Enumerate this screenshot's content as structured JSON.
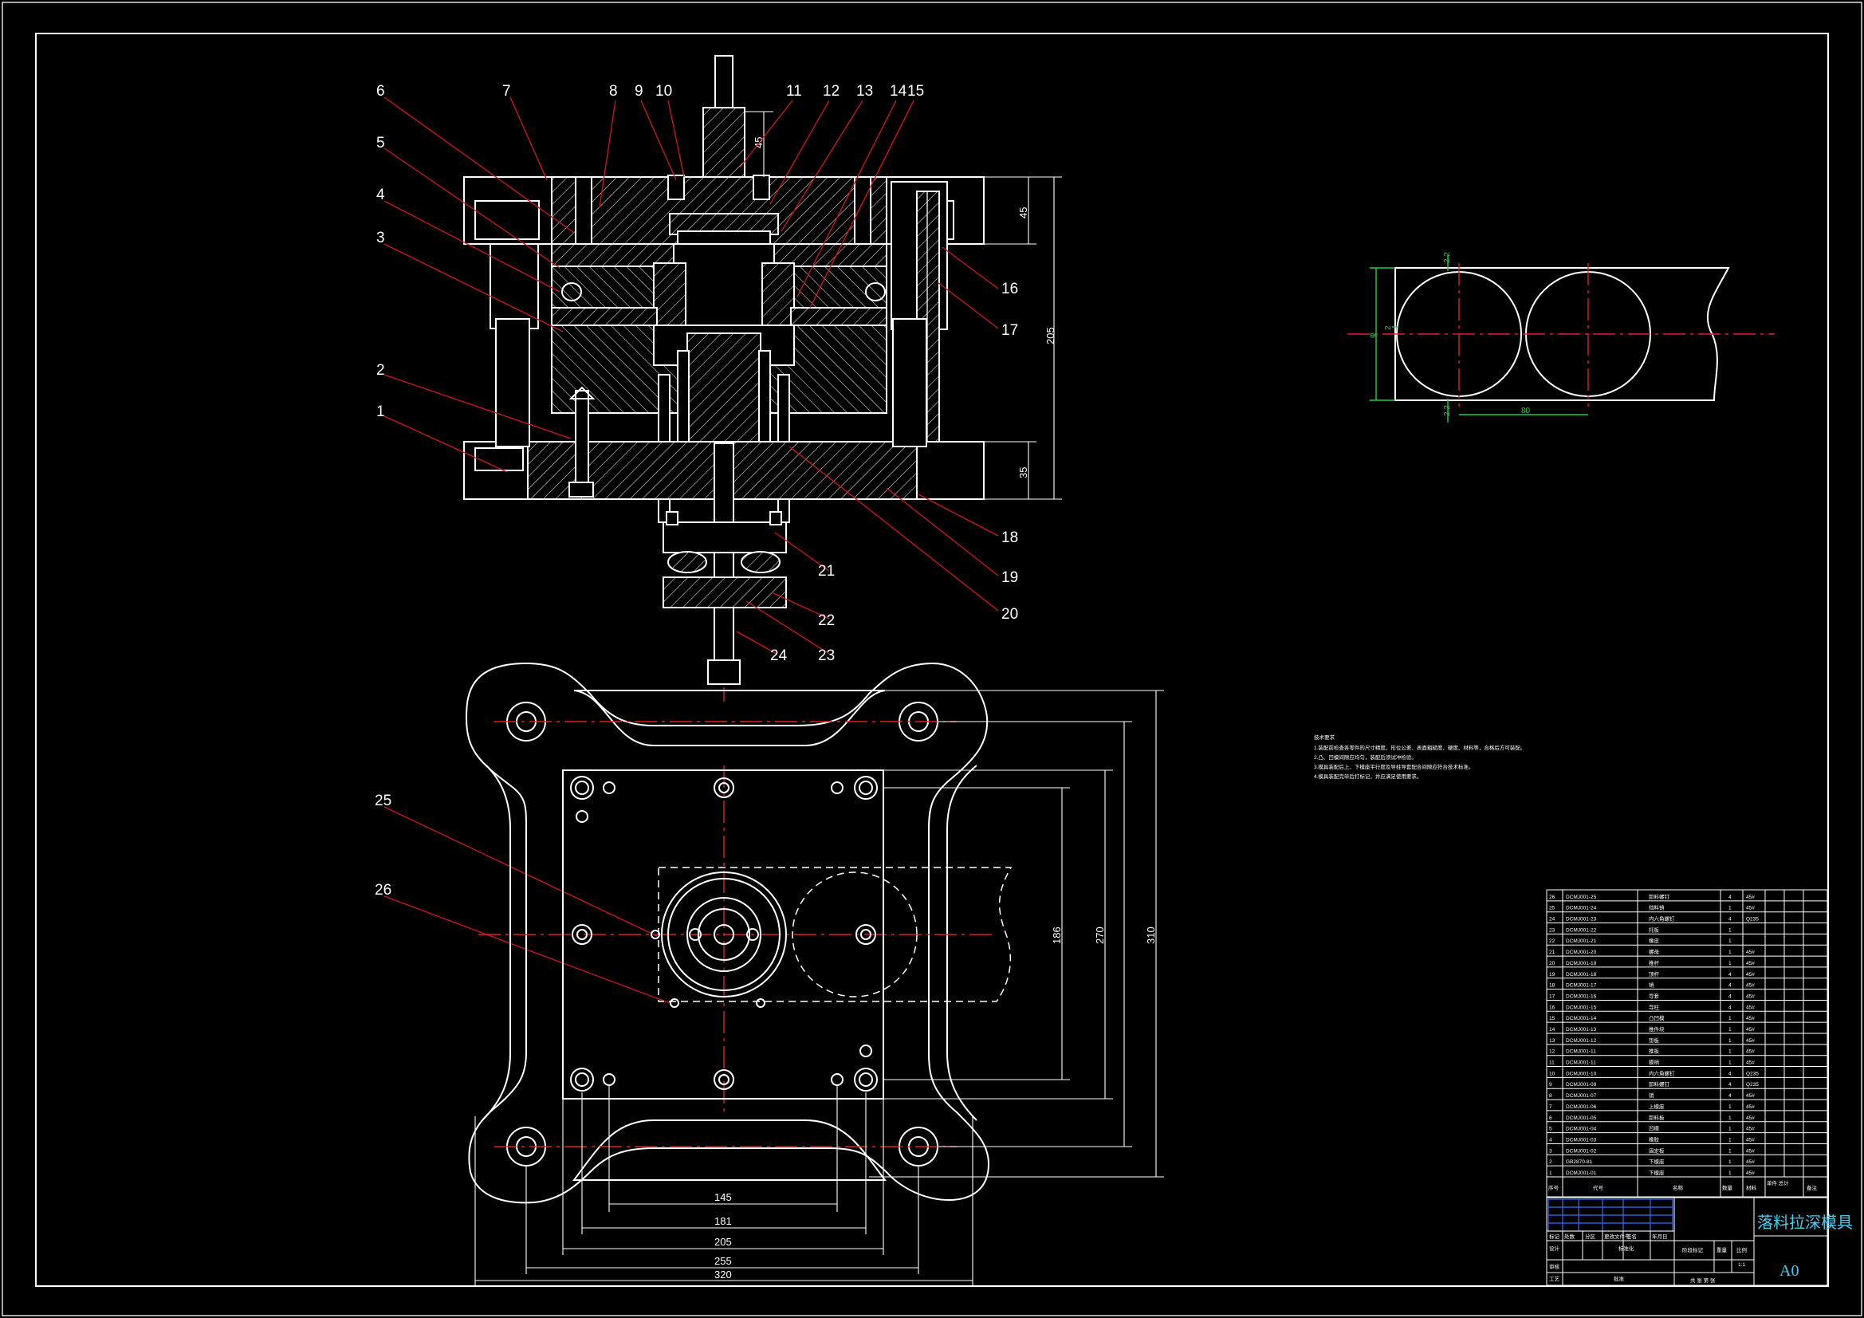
{
  "drawing": {
    "title": "落料拉深模具",
    "sheet_size": "A0",
    "colors": {
      "background": "#000000",
      "outline": "#ffffff",
      "center_line": "#e02020",
      "leader": "#d01818",
      "dimension_green": "#22cc44",
      "title_cyan": "#44ccee",
      "table_blue": "#3a6cff"
    }
  },
  "part_labels": [
    "1",
    "2",
    "3",
    "4",
    "5",
    "6",
    "7",
    "8",
    "9",
    "10",
    "11",
    "12",
    "13",
    "14",
    "15",
    "16",
    "17",
    "18",
    "19",
    "20",
    "21",
    "22",
    "23",
    "24",
    "25",
    "26"
  ],
  "dimensions": {
    "section_height_total": "205",
    "section_top_plate": "45",
    "section_bottom_plate": "35",
    "shank_height": "45",
    "plan_186": "186",
    "plan_270": "270",
    "plan_310": "310",
    "plan_145": "145",
    "plan_181": "181",
    "plan_205": "205",
    "plan_255": "255",
    "plan_320": "320",
    "layout_dim_a": "2.2",
    "layout_dim_b": "2.2",
    "layout_pitch": "80",
    "layout_width": "φ",
    "layout_gap": "2"
  },
  "tech_requirements": {
    "heading": "技术要求",
    "lines": [
      "1.装配前检查各零件的尺寸精度、形位公差、表面粗糙度、硬度、材料等，合格后方可装配。",
      "2.凸、凹模间隙应均匀，装配后须试冲检验。",
      "3.模具装配后上、下模座平行度及导柱导套配合间隙应符合技术标准。",
      "4.模具装配完毕后打标记，并应满足使用要求。"
    ]
  },
  "bom": {
    "rows": [
      {
        "no": "26",
        "code": "DCMJ001-25",
        "name": "卸料螺钉",
        "qty": "4",
        "mat": "45#"
      },
      {
        "no": "25",
        "code": "DCMJ001-24",
        "name": "挡料销",
        "qty": "1",
        "mat": "45#"
      },
      {
        "no": "24",
        "code": "DCMJ001-23",
        "name": "内六角螺钉",
        "qty": "4",
        "mat": "Q235"
      },
      {
        "no": "23",
        "code": "DCMJ001-22",
        "name": "托板",
        "qty": "1",
        "mat": ""
      },
      {
        "no": "22",
        "code": "DCMJ001-21",
        "name": "橡皮",
        "qty": "1",
        "mat": ""
      },
      {
        "no": "21",
        "code": "DCMJ001-20",
        "name": "螺母",
        "qty": "1",
        "mat": "45#"
      },
      {
        "no": "20",
        "code": "DCMJ001-19",
        "name": "推杆",
        "qty": "1",
        "mat": "45#"
      },
      {
        "no": "19",
        "code": "DCMJ001-18",
        "name": "顶杆",
        "qty": "4",
        "mat": "45#"
      },
      {
        "no": "18",
        "code": "DCMJ001-17",
        "name": "销",
        "qty": "4",
        "mat": "45#"
      },
      {
        "no": "17",
        "code": "DCMJ001-16",
        "name": "导套",
        "qty": "4",
        "mat": "45#"
      },
      {
        "no": "16",
        "code": "DCMJ001-15",
        "name": "导柱",
        "qty": "4",
        "mat": "45#"
      },
      {
        "no": "15",
        "code": "DCMJ001-14",
        "name": "凸凹模",
        "qty": "1",
        "mat": "45#"
      },
      {
        "no": "14",
        "code": "DCMJ001-13",
        "name": "推件块",
        "qty": "1",
        "mat": "45#"
      },
      {
        "no": "13",
        "code": "DCMJ001-12",
        "name": "垫板",
        "qty": "1",
        "mat": "45#"
      },
      {
        "no": "12",
        "code": "DCMJ001-11",
        "name": "推板",
        "qty": "1",
        "mat": "45#"
      },
      {
        "no": "11",
        "code": "DCMJ001-11",
        "name": "模柄",
        "qty": "1",
        "mat": "45#"
      },
      {
        "no": "10",
        "code": "DCMJ001-10",
        "name": "内六角螺钉",
        "qty": "4",
        "mat": "Q235"
      },
      {
        "no": "9",
        "code": "DCMJ001-09",
        "name": "卸料螺钉",
        "qty": "4",
        "mat": "Q235"
      },
      {
        "no": "8",
        "code": "DCMJ001-07",
        "name": "销",
        "qty": "4",
        "mat": "45#"
      },
      {
        "no": "7",
        "code": "DCMJ001-06",
        "name": "上模座",
        "qty": "1",
        "mat": "45#"
      },
      {
        "no": "6",
        "code": "DCMJ001-05",
        "name": "卸料板",
        "qty": "1",
        "mat": "45#"
      },
      {
        "no": "5",
        "code": "DCMJ001-04",
        "name": "凹模",
        "qty": "1",
        "mat": "45#"
      },
      {
        "no": "4",
        "code": "DCMJ001-03",
        "name": "橡胶",
        "qty": "1",
        "mat": "45#"
      },
      {
        "no": "3",
        "code": "DCMJ001-02",
        "name": "固定板",
        "qty": "1",
        "mat": "45#"
      },
      {
        "no": "2",
        "code": "GB2870-81",
        "name": "下模座",
        "qty": "1",
        "mat": "45#"
      },
      {
        "no": "1",
        "code": "DCMJ001-01",
        "name": "下模座",
        "qty": "1",
        "mat": "45#"
      }
    ],
    "header": {
      "no": "序号",
      "code": "代号",
      "name": "名称",
      "qty": "数量",
      "mat": "材料",
      "weight": "单件 总计",
      "note": "备注"
    }
  },
  "title_block": {
    "labels": [
      "标记",
      "处数",
      "分区",
      "更改文件号",
      "签名",
      "年月日",
      "设计",
      "标准化",
      "阶段标记",
      "重量",
      "比例",
      "审核",
      "工艺",
      "批准",
      "共 张 第 张"
    ],
    "scale": "1:1"
  }
}
